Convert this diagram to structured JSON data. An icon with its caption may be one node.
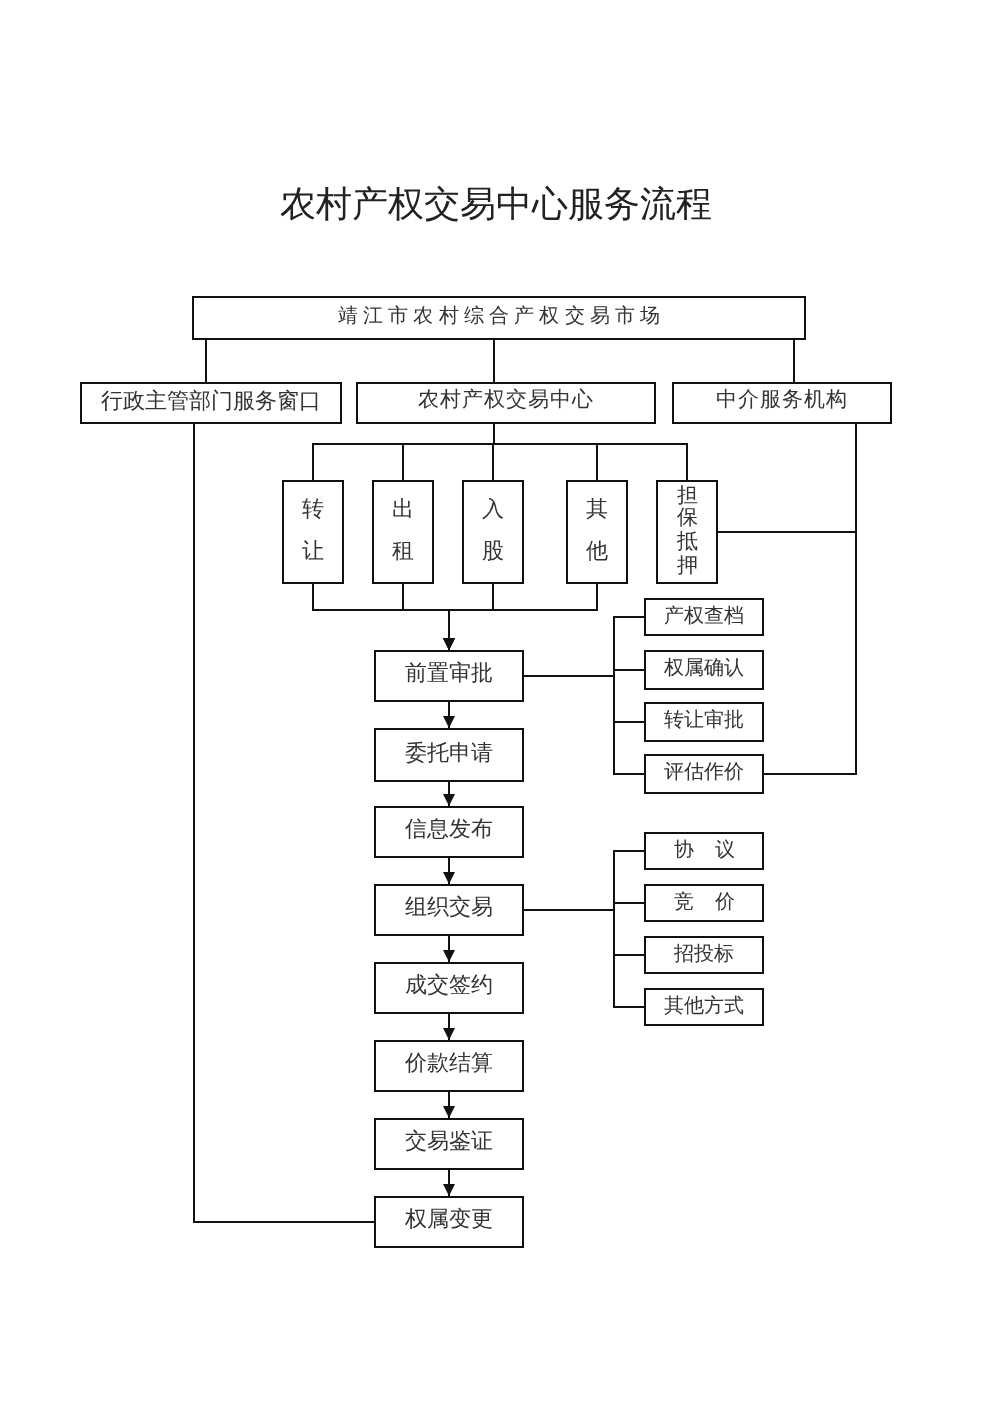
{
  "diagram": {
    "title": "农村产权交易中心服务流程",
    "nodes": [
      {
        "text": [
          "靖江市农村综合产权交易市场"
        ]
      },
      {
        "text": [
          "行政主管部门服务窗口"
        ]
      },
      {
        "text": [
          "农村产权交易中心"
        ]
      },
      {
        "text": [
          "中介服务机构"
        ]
      },
      {
        "text": [
          "转让"
        ]
      },
      {
        "text": [
          "出租"
        ]
      },
      {
        "text": [
          "入股"
        ]
      },
      {
        "text": [
          "其他"
        ]
      },
      {
        "text": [
          "担保抵押"
        ]
      },
      {
        "text": [
          "前置审批"
        ]
      },
      {
        "text": [
          "委托申请"
        ]
      },
      {
        "text": [
          "信息发布"
        ]
      },
      {
        "text": [
          "组织交易"
        ]
      },
      {
        "text": [
          "成交签约"
        ]
      },
      {
        "text": [
          "价款结算"
        ]
      },
      {
        "text": [
          "交易鉴证"
        ]
      },
      {
        "text": [
          "权属变更"
        ]
      },
      {
        "text": [
          "产权查档"
        ]
      },
      {
        "text": [
          "权属确认"
        ]
      },
      {
        "text": [
          "转让审批"
        ]
      },
      {
        "text": [
          "评估作价"
        ]
      },
      {
        "text": [
          "协 议"
        ]
      },
      {
        "text": [
          "竞 价"
        ]
      },
      {
        "text": [
          "招投标"
        ]
      },
      {
        "text": [
          "其他方式"
        ]
      }
    ],
    "edges": [
      {
        "from": 0,
        "to": 1,
        "arrow": "none"
      },
      {
        "from": 0,
        "to": 2,
        "arrow": "none"
      },
      {
        "from": 0,
        "to": 3,
        "arrow": "none"
      },
      {
        "from": 2,
        "to": 4,
        "arrow": "none"
      },
      {
        "from": 2,
        "to": 5,
        "arrow": "none"
      },
      {
        "from": 2,
        "to": 6,
        "arrow": "none"
      },
      {
        "from": 2,
        "to": 7,
        "arrow": "none"
      },
      {
        "from": 2,
        "to": 8,
        "arrow": "none"
      },
      {
        "from": 4,
        "to": 9,
        "arrow": "to"
      },
      {
        "from": 5,
        "to": 9,
        "arrow": "to"
      },
      {
        "from": 6,
        "to": 9,
        "arrow": "to"
      },
      {
        "from": 7,
        "to": 9,
        "arrow": "to"
      },
      {
        "from": 9,
        "to": 10,
        "arrow": "to"
      },
      {
        "from": 10,
        "to": 11,
        "arrow": "to"
      },
      {
        "from": 11,
        "to": 12,
        "arrow": "to"
      },
      {
        "from": 12,
        "to": 13,
        "arrow": "to"
      },
      {
        "from": 13,
        "to": 14,
        "arrow": "to"
      },
      {
        "from": 14,
        "to": 15,
        "arrow": "to"
      },
      {
        "from": 15,
        "to": 16,
        "arrow": "to"
      },
      {
        "from": 9,
        "to": 17,
        "arrow": "none"
      },
      {
        "from": 9,
        "to": 18,
        "arrow": "none"
      },
      {
        "from": 9,
        "to": 19,
        "arrow": "none"
      },
      {
        "from": 9,
        "to": 20,
        "arrow": "none"
      },
      {
        "from": 12,
        "to": 21,
        "arrow": "none"
      },
      {
        "from": 12,
        "to": 22,
        "arrow": "none"
      },
      {
        "from": 12,
        "to": 23,
        "arrow": "none"
      },
      {
        "from": 12,
        "to": 24,
        "arrow": "none"
      },
      {
        "from": 3,
        "to": 20,
        "arrow": "none"
      },
      {
        "from": 8,
        "to": 20,
        "arrow": "none"
      },
      {
        "from": 1,
        "to": 16,
        "arrow": "none"
      }
    ]
  }
}
